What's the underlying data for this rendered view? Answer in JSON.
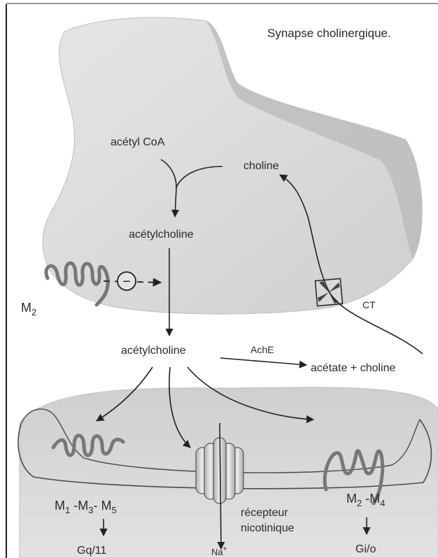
{
  "title": "Synapse cholinergique.",
  "labels": {
    "acetyl_coa": "acétyl CoA",
    "choline": "choline",
    "acetylcholine_pre": "acétylcholine",
    "acetylcholine_cleft": "acétylcholine",
    "ache": "AchE",
    "acetate_choline": "acétate + choline",
    "ct": "CT",
    "inhibit_symbol": "−",
    "receptor_line1": "récepteur",
    "receptor_line2": "nicotinique",
    "na": "Na",
    "na_charge": "+"
  },
  "receptors": {
    "m2_pre": {
      "base": "M",
      "sub": "2"
    },
    "m1_m3_m5": {
      "m1_base": "M",
      "m1_sub": "1",
      "m3_base": " -M",
      "m3_sub": "3",
      "m5_base": "- M",
      "m5_sub": "5"
    },
    "m2_m4": {
      "m2_base": "M",
      "m2_sub": "2",
      "m4_base": " -M",
      "m4_sub": "4"
    }
  },
  "gproteins": {
    "gq": "Gq/11",
    "gi": "Gi/o"
  },
  "colors": {
    "membrane_fill": "#dcdcdc",
    "membrane_shadow": "#b8b8b8",
    "receptor": "#777777",
    "arrow": "#222222",
    "text": "#2a2a2a"
  }
}
